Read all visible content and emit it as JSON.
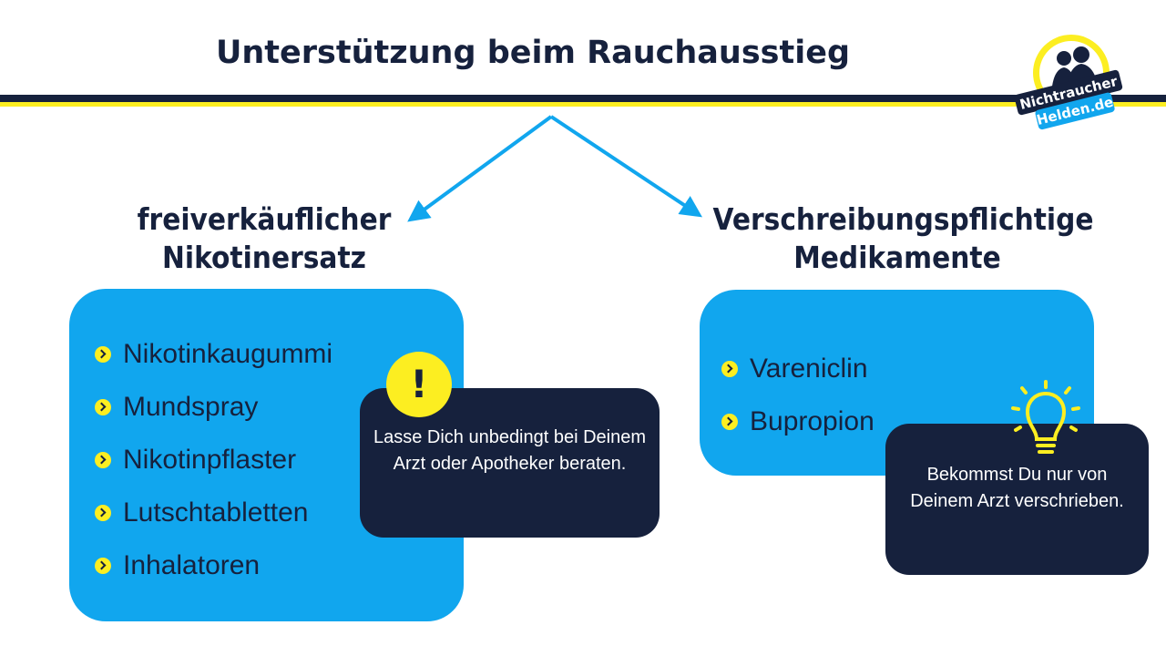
{
  "title": "Unterstützung beim Rauchausstieg",
  "left": {
    "heading": [
      "freiverkäuflicher",
      "Nikotinersatz"
    ],
    "items": [
      "Nikotinkaugummi",
      "Mundspray",
      "Nikotinpflaster",
      "Lutschtabletten",
      "Inhalatoren"
    ],
    "note": "Lasse Dich unbedingt bei Deinem Arzt oder Apotheker beraten.",
    "note_icon": "exclamation-icon"
  },
  "right": {
    "heading": [
      "Verschreibungspflichtige",
      "Medikamente"
    ],
    "items": [
      "Vareniclin",
      "Bupropion"
    ],
    "note": "Bekommst Du nur von Deinem Arzt verschrieben.",
    "note_icon": "lightbulb-icon"
  },
  "logo": {
    "line1": "Nichtraucher",
    "line2": "Helden.de"
  },
  "colors": {
    "navy": "#16213d",
    "blue": "#11a6ee",
    "yellow": "#fcee21"
  }
}
